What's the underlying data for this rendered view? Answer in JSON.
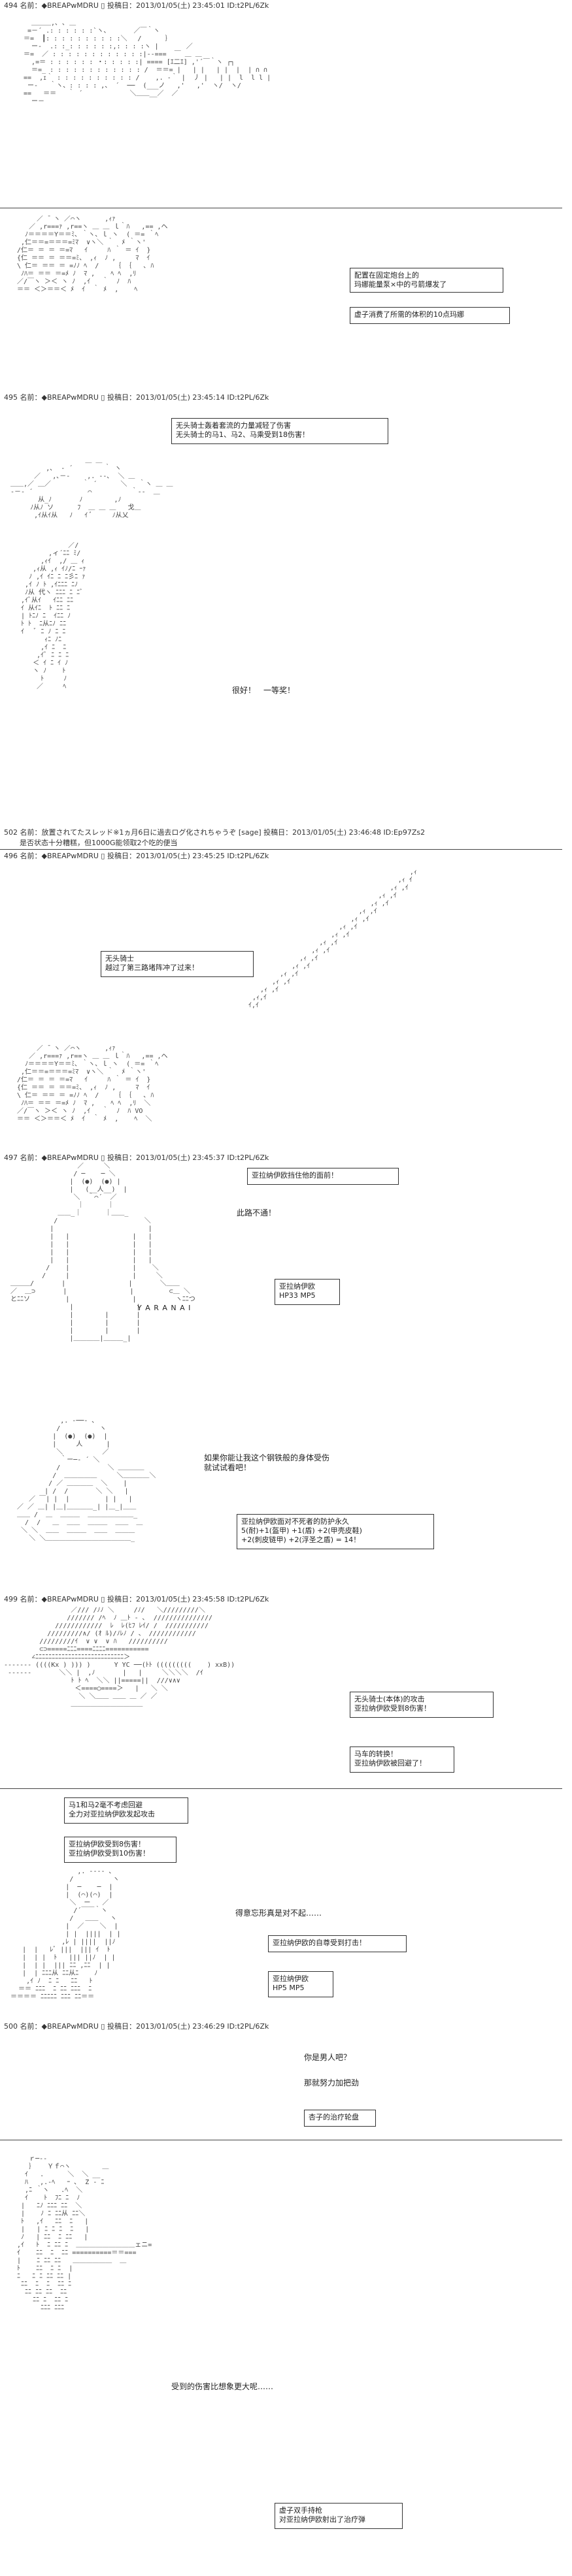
{
  "posts": [
    {
      "header": "494 名前：◆BREAPwMDRU ▯ 投稿日：2013/01/05(土) 23:45:01 ID:t2PL/6Zk"
    },
    {
      "header": "495 名前：◆BREAPwMDRU ▯ 投稿日：2013/01/05(土) 23:45:14 ID:t2PL/6Zk"
    },
    {
      "header": "502 名前：放置されてたスレッド※1ヵ月6日に過去ログ化されちゃうぞ [sage] 投稿日：2013/01/05(土) 23:46:48 ID:Ep97Zs2"
    },
    {
      "header": "496 名前：◆BREAPwMDRU ▯ 投稿日：2013/01/05(土) 23:45:25 ID:t2PL/6Zk"
    },
    {
      "header": "497 名前：◆BREAPwMDRU ▯ 投稿日：2013/01/05(土) 23:45:37 ID:t2PL/6Zk"
    },
    {
      "header": "499 名前：◆BREAPwMDRU ▯ 投稿日：2013/01/05(土) 23:45:58 ID:t2PL/6Zk"
    },
    {
      "header": "500 名前：◆BREAPwMDRU ▯ 投稿日：2013/01/05(土) 23:46:29 ID:t2PL/6Zk"
    }
  ],
  "post502_extra": [
    "是否状态十分糟糕，但1000G能领取2个吃的便当"
  ],
  "boxes": {
    "b1": "配置在固定炮台上的\n玛娜能量泵×中的弓箭爆发了",
    "b2": "虚子消费了所需的体积的10点玛娜",
    "b3": "无头骑士轰着套流的力量减轻了伤害\n无头骑士的马1、马2、马乘受到18伤害！",
    "b4": "无头骑士\n越过了第三路堵阵冲了过来！",
    "b5": "亚拉纳伊欧挡住他的面前！",
    "b6": "亚拉纳伊欧\nHP33  MP5",
    "b7": "亚拉纳伊欧面对不死者的防护永久\n5(耐)+1(盔甲) +1(盾) +2(甲壳皮鞋)\n+2(刺皮链甲) +2(浮圣之盾) = 14！",
    "b8": "无头骑士(本体)的攻击\n亚拉纳伊欧受到8伤害！",
    "b9": "马车的转换！\n亚拉纳伊欧被回避了！",
    "b10": "马1和马2毫不考虑回避\n全力对亚拉纳伊欧发起攻击",
    "b11": "亚拉纳伊欧受到8伤害！\n亚拉纳伊欧受到10伤害！",
    "b12": "亚拉纳伊欧的自尊受到打击！",
    "b13": "亚拉纳伊欧\nHP5  MP5",
    "b14": "杏子的治疗轮盘",
    "b15": "虚子双手持枪\n对亚拉纳伊欧射出了治疗弹"
  },
  "texts": {
    "t1": "很好！　一等奖！",
    "t2": "此路不通！",
    "t3": "如果你能让我这个钢铁般的身体受伤\n就试试看吧！",
    "t4": "得意忘形真是对不起……",
    "t5": "你是男人吧？",
    "t6": "那就努力加把劲",
    "t7": "受到的伤害比想象更大呢……",
    "yaranai": "Y A R A N A I"
  }
}
